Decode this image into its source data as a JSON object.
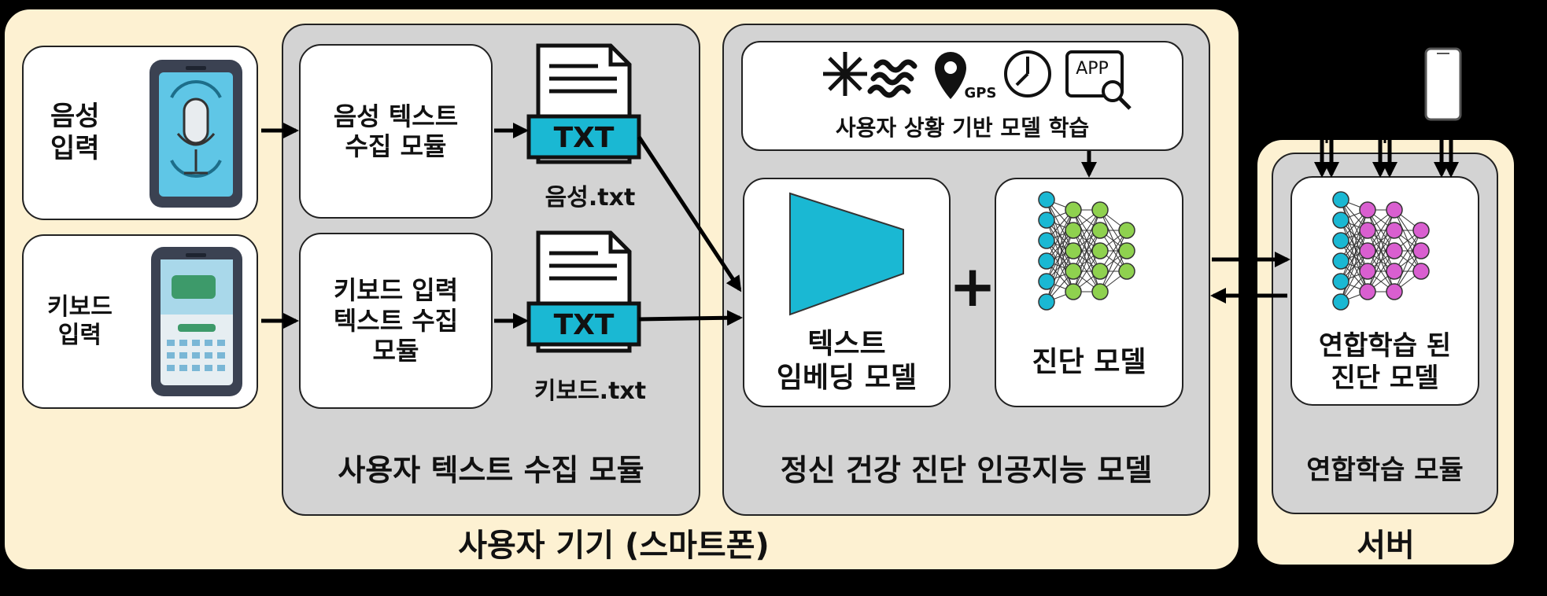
{
  "device": {
    "title": "사용자 기기 (스마트폰)",
    "inputs": {
      "voice": "음성\n입력",
      "keyboard": "키보드\n입력"
    },
    "collection": {
      "title": "사용자 텍스트 수집 모듈",
      "voice_module": "음성 텍스트\n수집 모듈",
      "keyboard_module": "키보드 입력\n텍스트 수집\n모듈",
      "voice_file": "음성.txt",
      "keyboard_file": "키보드.txt",
      "file_badge": "TXT"
    },
    "ai": {
      "title": "정신 건강 진단 인공지능 모델",
      "context_label": "사용자 상황 기반 모델 학습",
      "context_icons": [
        "motion-icon",
        "wave-icon",
        "gps-pin-icon",
        "clock-icon",
        "app-search-icon"
      ],
      "gps_text": "GPS",
      "app_text": "APP",
      "embedding": "텍스트\n임베딩 모델",
      "plus": "+",
      "diagnosis": "진단 모델"
    }
  },
  "server": {
    "title": "서버",
    "federated_title": "연합학습 모듈",
    "federated_model": "연합학습 된\n진단 모델"
  },
  "colors": {
    "region": "#fdf1d2",
    "panel": "#d3d3d3",
    "cyan": "#1ab8d3",
    "green": "#8fd14f",
    "magenta": "#d95fd0",
    "phone": "#3b4252"
  }
}
